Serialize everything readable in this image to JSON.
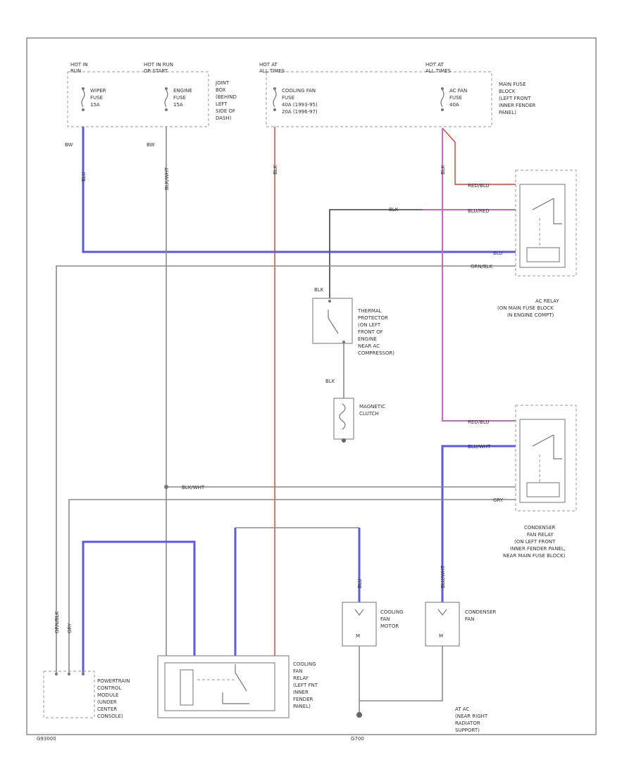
{
  "fuse_block": {
    "hot1_a": "HOT IN",
    "hot1_b": "RUN",
    "hot2_a": "HOT IN RUN",
    "hot2_b": "OR START",
    "hot3_a": "HOT AT",
    "hot3_b": "ALL TIMES",
    "hot4_a": "HOT AT",
    "hot4_b": "ALL TIMES",
    "fuse1": [
      "WIPER",
      "FUSE",
      "15A"
    ],
    "fuse2": [
      "ENGINE",
      "FUSE",
      "15A"
    ],
    "joint_box": [
      "JOINT",
      "BOX",
      "(BEHIND",
      "LEFT",
      "SIDE OF",
      "DASH)"
    ],
    "fuse3": [
      "COOLING FAN",
      "FUSE",
      "40A (1993-95)",
      "20A (1996-97)"
    ],
    "fuse4": [
      "AC FAN",
      "FUSE",
      "40A"
    ],
    "main_fuse_block": [
      "MAIN FUSE",
      "BLOCK",
      "(LEFT FRONT",
      "INNER FENDER",
      "PANEL)"
    ]
  },
  "wire_labels": {
    "bw1": "BW",
    "bw2": "BW",
    "blk1": "BLK",
    "blk2": "BLK",
    "blk3": "BLK",
    "red_blu1": "RED/BLU",
    "blu_red": "BLU/RED",
    "blu": "BLU",
    "grn_blk": "GRN/BLK",
    "red_blu2": "RED/BLU",
    "blu_wht1": "BLU/WHT",
    "blk_wht": "BLK/WHT",
    "gry": "GRY",
    "v_blu_wht": "BLU/WHT",
    "v_blk_wht": "BLK/WHT",
    "v_grn_blk": "GRN/BLK",
    "v_gry": "GRY",
    "v_blu1": "BLU",
    "v_blu2": "BLU",
    "v_blk": "BLK",
    "v_blk2": "BLK"
  },
  "ac_relay": [
    "AC RELAY",
    "(ON MAIN FUSE BLOCK",
    "IN ENGINE COMPT)"
  ],
  "thermal_protector": [
    "THERMAL",
    "PROTECTOR",
    "(ON LEFT",
    "FRONT OF",
    "ENGINE",
    "NEAR AC",
    "COMPRESSOR)"
  ],
  "magnetic_clutch": [
    "MAGNETIC",
    "CLUTCH"
  ],
  "condenser_fan_relay": [
    "CONDENSER",
    "FAN RELAY",
    "(ON LEFT FRONT",
    "INNER FENDER PANEL,",
    "NEAR MAIN FUSE BLOCK)"
  ],
  "cooling_fan_motor": [
    "COOLING",
    "FAN",
    "MOTOR"
  ],
  "condenser_fan": [
    "CONDENSER",
    "FAN"
  ],
  "pcm": [
    "POWERTRAIN",
    "CONTROL",
    "MODULE",
    "(UNDER",
    "CENTER",
    "CONSOLE)"
  ],
  "cooling_fan_relay": [
    "COOLING",
    "FAN",
    "RELAY",
    "(LEFT FNT",
    "INNER",
    "FENDER",
    "PANEL)"
  ],
  "ground": [
    "AT AC",
    "(NEAR RIGHT",
    "RADIATOR",
    "SUPPORT)"
  ],
  "footer": {
    "left": "G93000",
    "center": "G700"
  }
}
